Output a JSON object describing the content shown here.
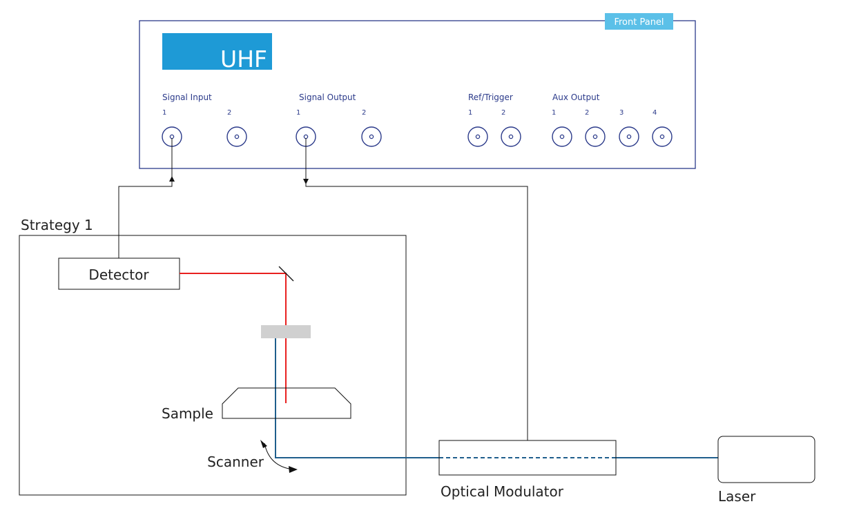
{
  "front_panel": {
    "tag": "Front Panel",
    "logo_text": "UHF",
    "groups": {
      "signal_input": {
        "label": "Signal Input",
        "ports": [
          "1",
          "2"
        ]
      },
      "signal_output": {
        "label": "Signal Output",
        "ports": [
          "1",
          "2"
        ]
      },
      "ref_trigger": {
        "label": "Ref/Trigger",
        "ports": [
          "1",
          "2"
        ]
      },
      "aux_output": {
        "label": "Aux Output",
        "ports": [
          "1",
          "2",
          "3",
          "4"
        ]
      }
    }
  },
  "setup": {
    "title": "Strategy 1",
    "detector": "Detector",
    "sample": "Sample",
    "scanner": "Scanner"
  },
  "optical_modulator": "Optical Modulator",
  "laser": "Laser",
  "colors": {
    "panel_blue": "#2b3a8a",
    "logo_blue": "#1e9ad6",
    "tag_blue": "#5bc0e8",
    "red_beam": "#e8201f",
    "blue_beam": "#1f5e8c",
    "filter_gray": "#d0d0d0"
  }
}
